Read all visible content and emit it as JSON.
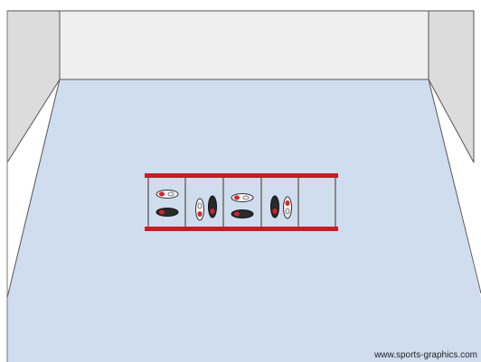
{
  "diagram": {
    "watermark": "www.sports-graphics.com",
    "colors": {
      "floor": "#cfddef",
      "back_wall": "#efefef",
      "side_wall": "#dcdcdc",
      "wall_edge": "#555555",
      "ladder_rail": "#c41e24",
      "ladder_rung": "#888888",
      "shoe_dark": "#2a2a2a",
      "shoe_light": "#f3f3f3",
      "shoe_accent": "#d1262b"
    },
    "ladder": {
      "cells": 5,
      "cell_footprints": [
        {
          "cell": 1,
          "pattern": "two-feet-horizontal"
        },
        {
          "cell": 2,
          "pattern": "two-feet-vertical"
        },
        {
          "cell": 3,
          "pattern": "two-feet-horizontal"
        },
        {
          "cell": 4,
          "pattern": "two-feet-vertical"
        },
        {
          "cell": 5,
          "pattern": "empty"
        }
      ]
    }
  }
}
